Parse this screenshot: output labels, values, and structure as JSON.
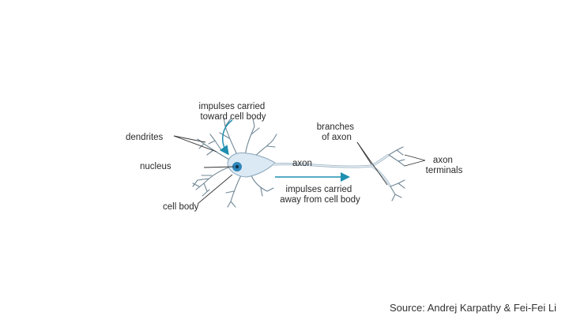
{
  "labels": {
    "impulses_toward": [
      "impulses carried",
      "toward cell body"
    ],
    "dendrites": "dendrites",
    "nucleus": "nucleus",
    "cell_body": "cell body",
    "axon": "axon",
    "branches_of_axon": [
      "branches",
      "of axon"
    ],
    "axon_terminals": [
      "axon",
      "terminals"
    ],
    "impulses_away": [
      "impulses carried",
      "away from cell body"
    ]
  },
  "source": "Source: Andrej Karpathy & Fei-Fei Li",
  "colors": {
    "cell_fill": "#dbe9f5",
    "cell_outline": "#8aa6b8",
    "nucleus": "#2f86b9",
    "arrow": "#1f8fb0",
    "leader": "#333333"
  }
}
